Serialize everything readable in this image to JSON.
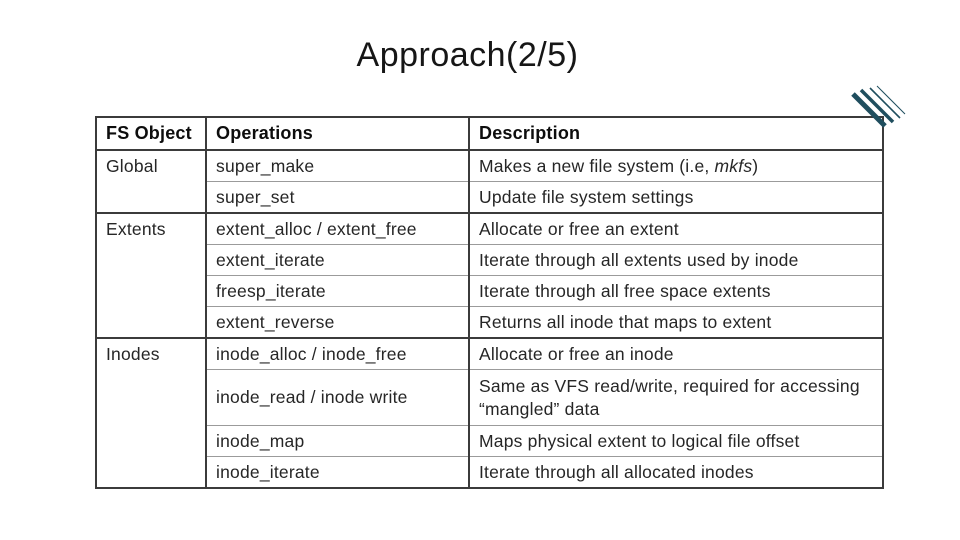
{
  "slide": {
    "title": "Approach(2/5)"
  },
  "decorations": {
    "pen_icon": "diagonal-pen-strokes",
    "pen_color": "#1f4e5e"
  },
  "table": {
    "headers": [
      "FS Object",
      "Operations",
      "Description"
    ],
    "fs_objects": [
      "Global",
      "Extents",
      "Inodes"
    ],
    "rows": [
      {
        "operation": "super_make",
        "description_prefix": "Makes a new file system (i.e, ",
        "description_italic": "mkfs",
        "description_suffix": ")"
      },
      {
        "operation": "super_set",
        "description": "Update file system settings"
      },
      {
        "operation": "extent_alloc / extent_free",
        "description": "Allocate or free an extent"
      },
      {
        "operation": "extent_iterate",
        "description": "Iterate through all extents used by inode"
      },
      {
        "operation": "freesp_iterate",
        "description": "Iterate through all free space extents"
      },
      {
        "operation": "extent_reverse",
        "description": "Returns all inode that maps to extent"
      },
      {
        "operation": "inode_alloc / inode_free",
        "description": "Allocate or free an inode"
      },
      {
        "operation": "inode_read / inode write",
        "description": "Same as VFS read/write, required for accessing “mangled” data"
      },
      {
        "operation": "inode_map",
        "description": "Maps physical extent to logical file offset"
      },
      {
        "operation": "inode_iterate",
        "description": "Iterate through all allocated inodes"
      }
    ]
  }
}
